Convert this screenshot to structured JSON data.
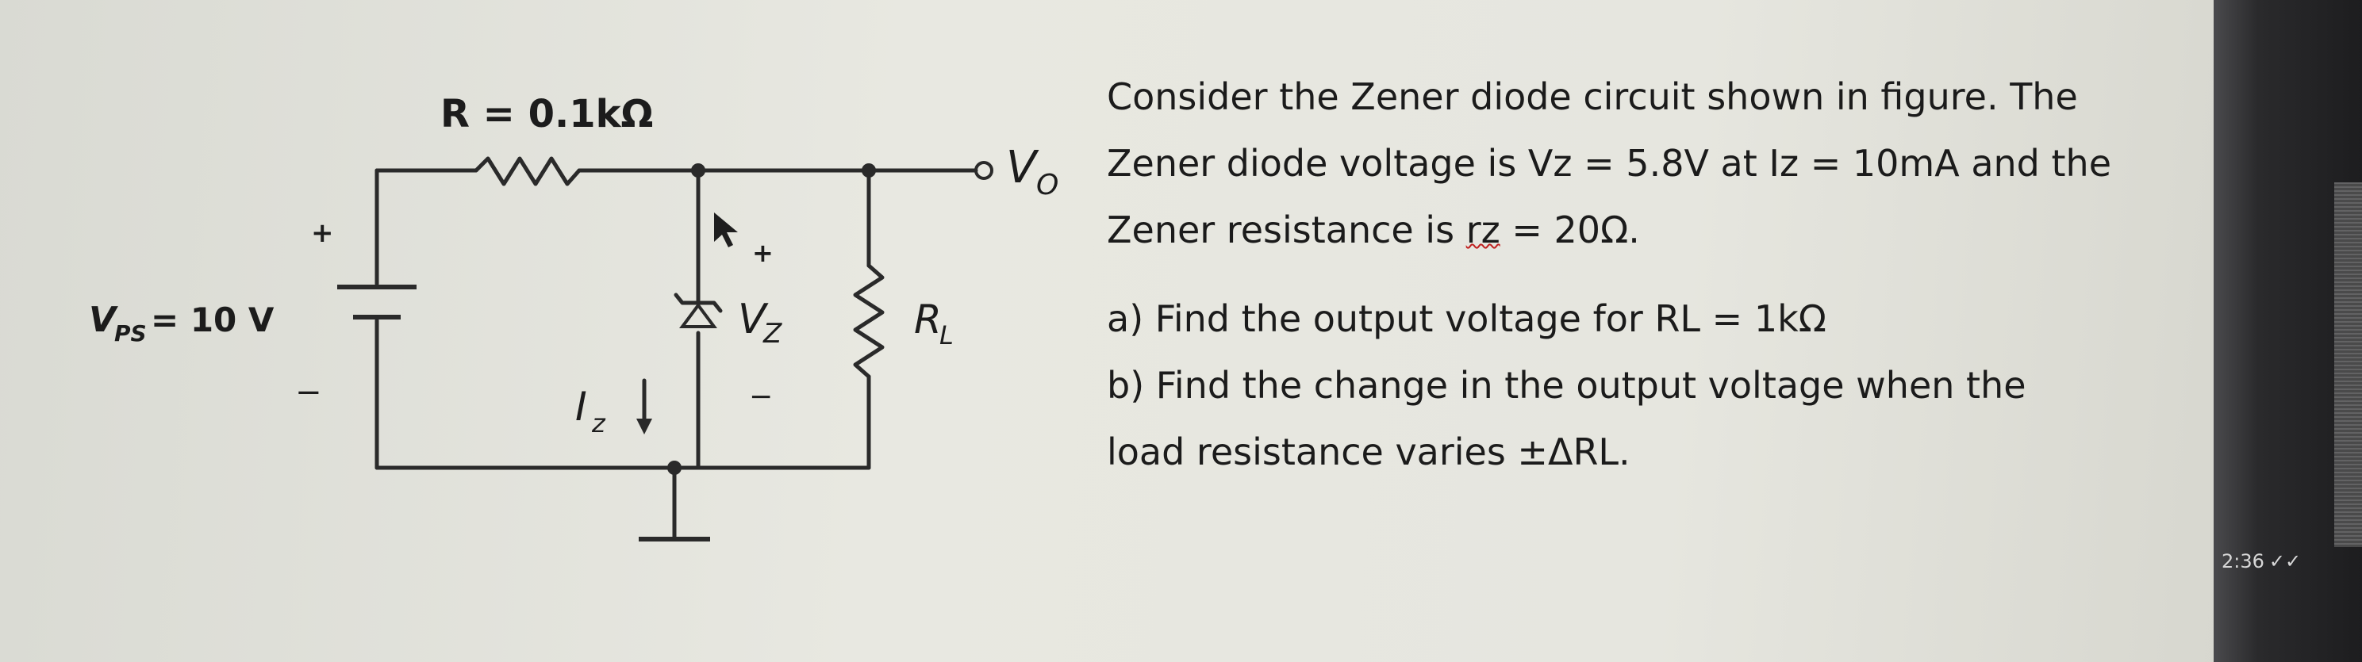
{
  "circuit": {
    "resistor_label": "R = 0.1kΩ",
    "output_label": "V",
    "output_sub": "O",
    "source_label": "V",
    "source_sub": "PS",
    "source_value": "= 10 V",
    "source_plus": "+",
    "source_minus": "−",
    "zener_plus": "+",
    "zener_label": "V",
    "zener_sub": "Z",
    "zener_minus": "−",
    "current_label": "I",
    "current_sub": "z",
    "load_label": "R",
    "load_sub": "L"
  },
  "problem": {
    "intro_1": "Consider the Zener diode circuit shown in figure. The",
    "intro_2": "Zener diode voltage is Vz = 5.8V at Iz = 10mA and the",
    "intro_3a": "Zener resistance is ",
    "intro_3b": "rz",
    "intro_3c": " = 20Ω.",
    "part_a": "a) Find the output voltage for RL = 1kΩ",
    "part_b1": "b) Find the change in the output voltage when the",
    "part_b2": "load resistance varies ±ΔRL."
  },
  "status": {
    "time": "2:36",
    "read_marks": "✓✓"
  }
}
